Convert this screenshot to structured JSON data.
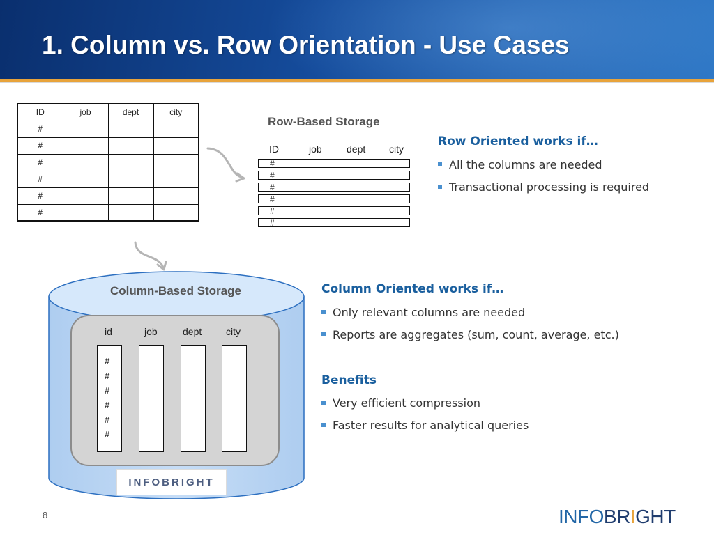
{
  "slide": {
    "title": "1. Column vs. Row Orientation - Use Cases",
    "page_number": "8"
  },
  "source_table": {
    "headers": [
      "ID",
      "job",
      "dept",
      "city"
    ],
    "rows": [
      [
        "#",
        "",
        "",
        ""
      ],
      [
        "#",
        "",
        "",
        ""
      ],
      [
        "#",
        "",
        "",
        ""
      ],
      [
        "#",
        "",
        "",
        ""
      ],
      [
        "#",
        "",
        "",
        ""
      ],
      [
        "#",
        "",
        "",
        ""
      ]
    ]
  },
  "row_storage": {
    "title": "Row-Based Storage",
    "headers": [
      "ID",
      "job",
      "dept",
      "city"
    ],
    "records": [
      "#",
      "#",
      "#",
      "#",
      "#",
      "#"
    ]
  },
  "column_storage": {
    "title": "Column-Based Storage",
    "headers": [
      "id",
      "job",
      "dept",
      "city"
    ],
    "id_values": [
      "#",
      "#",
      "#",
      "#",
      "#",
      "#"
    ],
    "logo_text": "INFOBRIGHT"
  },
  "row_panel": {
    "heading": "Row Oriented works if…",
    "bullets": [
      "All the columns are needed",
      "Transactional processing is required"
    ]
  },
  "column_panel": {
    "heading": "Column Oriented works if…",
    "bullets": [
      "Only relevant columns are needed",
      "Reports are aggregates (sum, count, average, etc.)"
    ]
  },
  "benefits_panel": {
    "heading": "Benefits",
    "bullets": [
      "Very efficient compression",
      "Faster results for analytical queries"
    ]
  },
  "footer": {
    "brand_part1": "INFO",
    "brand_part2": "BR",
    "brand_part3": "I",
    "brand_part4": "GHT"
  },
  "colors": {
    "header_dark": "#0a2f6e",
    "header_light": "#2f78c6",
    "accent_orange": "#e8a33b",
    "heading_blue": "#1a5f9e",
    "cylinder_fill": "#c5dcf5",
    "bullet_blue": "#4a90cf"
  }
}
